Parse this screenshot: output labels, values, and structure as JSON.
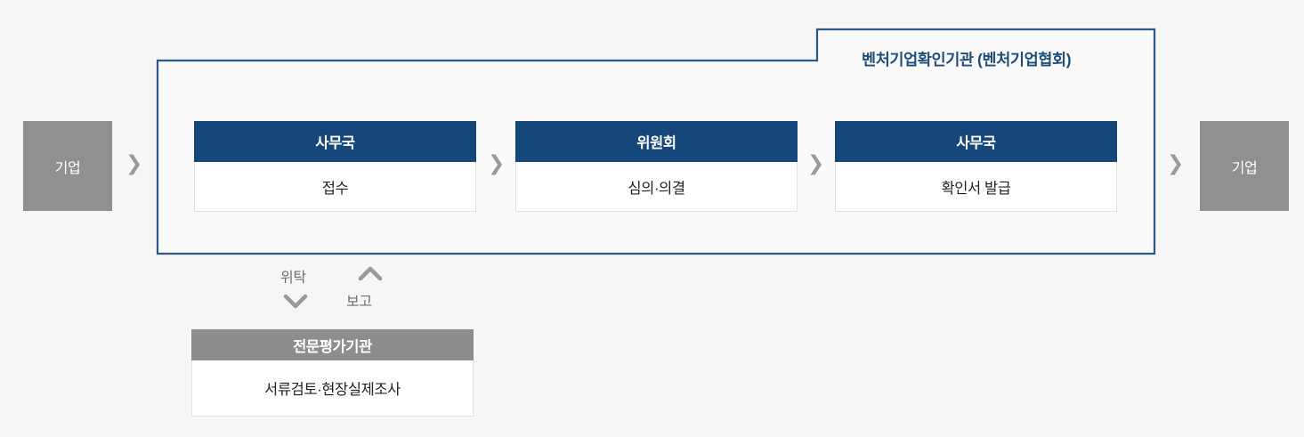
{
  "diagram": {
    "title": "벤처기업확인기관 (벤처기업협회)",
    "type": "process-flow",
    "colors": {
      "page_background": "#f6f6f6",
      "container_background": "#fafafa",
      "container_border": "#2b5a8a",
      "primary_blue": "#16477a",
      "entity_gray": "#909090",
      "header_gray": "#8d8d8d",
      "card_body": "#ffffff",
      "label_gray": "#6f6f6f",
      "chevron_gray": "#9a9a9a"
    },
    "entities": {
      "left": {
        "label": "기업"
      },
      "right": {
        "label": "기업"
      }
    },
    "steps": [
      {
        "header": "사무국",
        "body": "접수"
      },
      {
        "header": "위원회",
        "body": "심의·의결"
      },
      {
        "header": "사무국",
        "body": "확인서 발급"
      }
    ],
    "evaluator": {
      "header": "전문평가기관",
      "body": "서류검토·현장실제조사"
    },
    "flows": {
      "delegate_label": "위탁",
      "report_label": "보고",
      "delegate_direction": "down",
      "report_direction": "up"
    },
    "connectors": {
      "chevron_glyph": "❯",
      "chevron_down_glyph": "⌄",
      "chevron_up_glyph": "⌃"
    }
  }
}
